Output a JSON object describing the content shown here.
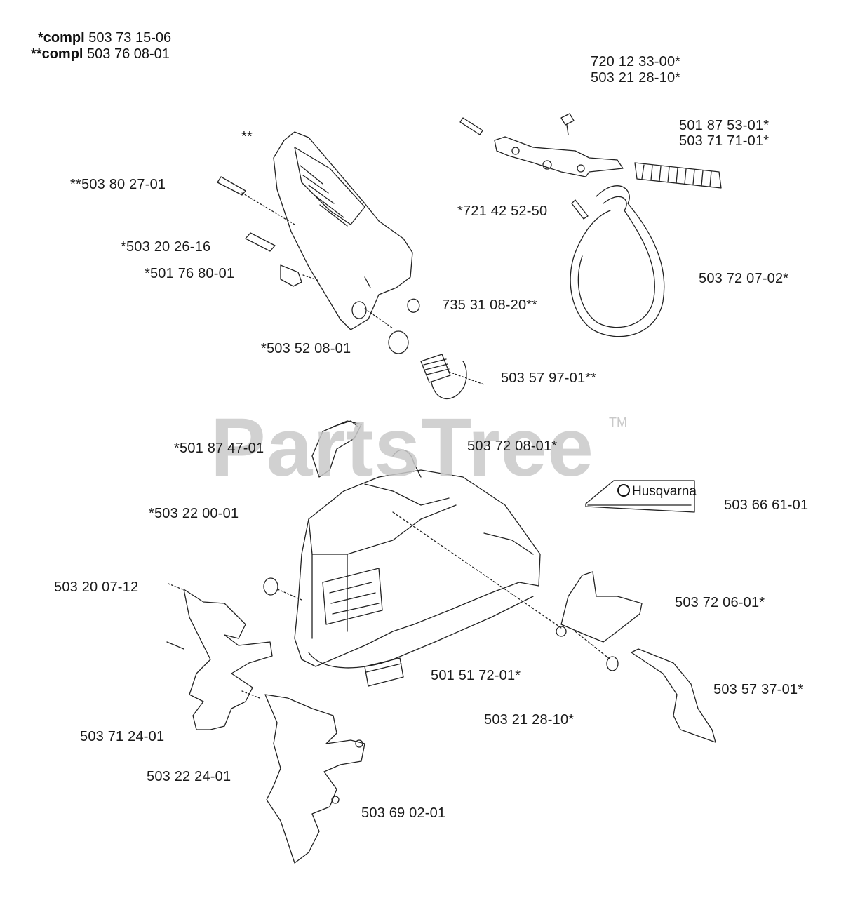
{
  "header": {
    "line1_prefix": "*compl",
    "line1_number": "503 73 15-06",
    "line2_prefix": "**compl",
    "line2_number": "503 76 08-01"
  },
  "watermark": {
    "text": "PartsTree",
    "trademark": "TM"
  },
  "decal": {
    "brand_text": "Husqvarna"
  },
  "labels": [
    "720 12 33-00*",
    "503 21 28-10*",
    "501 87 53-01*",
    "503 71 71-01*",
    "**",
    "**503 80 27-01",
    "*721 42 52-50",
    "*503 20 26-16",
    "*501 76 80-01",
    "503 72 07-02*",
    "735 31 08-20**",
    "*503 52 08-01",
    "503 57 97-01**",
    "*501 87 47-01",
    "503 72 08-01*",
    "503 66 61-01",
    "*503 22 00-01",
    "503 20 07-12",
    "503 72 06-01*",
    "501 51 72-01*",
    "503 57 37-01*",
    "503 21 28-10*",
    "503 71 24-01",
    "503 22 24-01",
    "503 69 02-01"
  ],
  "colors": {
    "line": "#222222",
    "watermark": "#c9c9c9",
    "background": "#ffffff"
  }
}
